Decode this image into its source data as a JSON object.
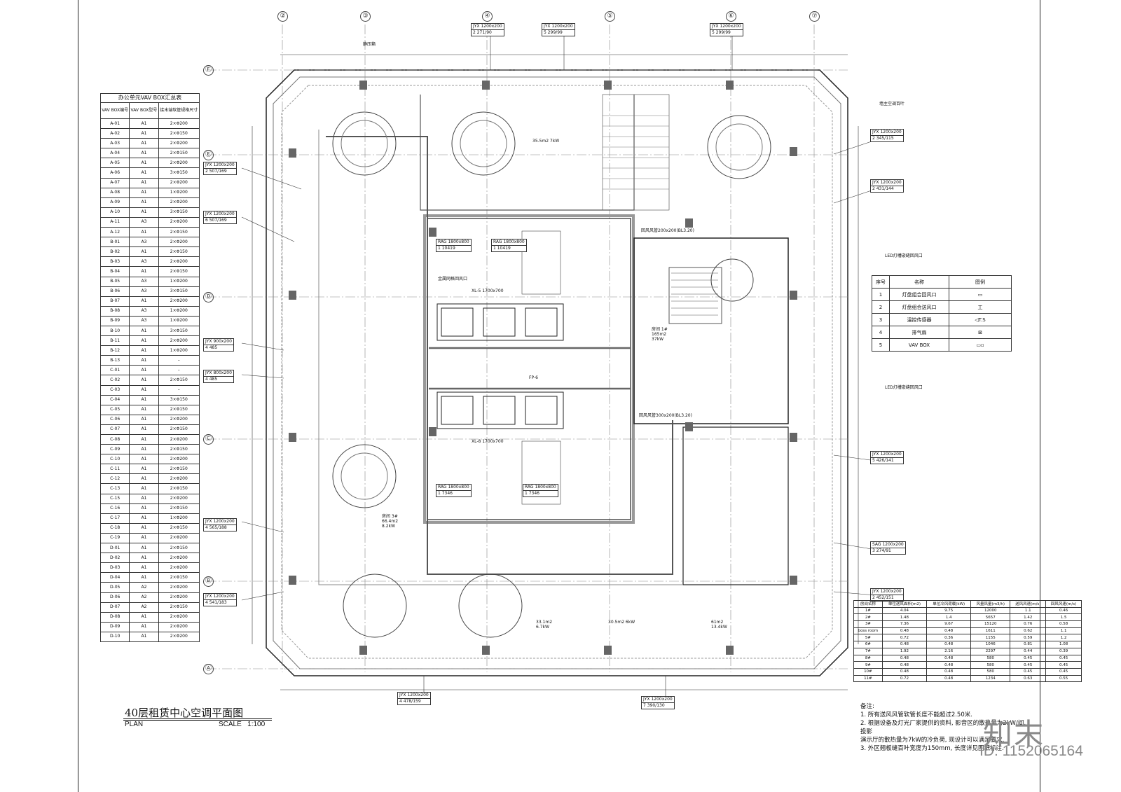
{
  "drawing": {
    "title": "40层租赁中心空调平面图",
    "plan_label": "PLAN",
    "scale_label": "SCALE",
    "scale_value": "1:100"
  },
  "grid": {
    "columns": [
      "②",
      "③",
      "④",
      "⑤",
      "⑥",
      "⑦"
    ],
    "rows": [
      "Ⓕ",
      "Ⓔ",
      "Ⓓ",
      "Ⓒ",
      "Ⓑ",
      "Ⓐ"
    ]
  },
  "vav_table": {
    "title": "办公单元VAV BOX汇总表",
    "headers": [
      "VAV BOX编号",
      "VAV BOX型号",
      "接末端软管规格尺寸"
    ],
    "rows": [
      [
        "A-01",
        "A1",
        "2×Φ200"
      ],
      [
        "A-02",
        "A1",
        "2×Φ150"
      ],
      [
        "A-03",
        "A1",
        "2×Φ200"
      ],
      [
        "A-04",
        "A1",
        "2×Φ150"
      ],
      [
        "A-05",
        "A1",
        "2×Φ200"
      ],
      [
        "A-06",
        "A1",
        "3×Φ150"
      ],
      [
        "A-07",
        "A1",
        "2×Φ200"
      ],
      [
        "A-08",
        "A1",
        "1×Φ200"
      ],
      [
        "A-09",
        "A1",
        "2×Φ200"
      ],
      [
        "A-10",
        "A1",
        "3×Φ150"
      ],
      [
        "A-11",
        "A3",
        "2×Φ200"
      ],
      [
        "A-12",
        "A1",
        "2×Φ150"
      ],
      [
        "B-01",
        "A3",
        "2×Φ200"
      ],
      [
        "B-02",
        "A1",
        "2×Φ150"
      ],
      [
        "B-03",
        "A3",
        "2×Φ200"
      ],
      [
        "B-04",
        "A1",
        "2×Φ150"
      ],
      [
        "B-05",
        "A3",
        "1×Φ200"
      ],
      [
        "B-06",
        "A3",
        "3×Φ150"
      ],
      [
        "B-07",
        "A1",
        "2×Φ200"
      ],
      [
        "B-08",
        "A3",
        "1×Φ200"
      ],
      [
        "B-09",
        "A3",
        "1×Φ200"
      ],
      [
        "B-10",
        "A1",
        "3×Φ150"
      ],
      [
        "B-11",
        "A1",
        "2×Φ200"
      ],
      [
        "B-12",
        "A1",
        "1×Φ200"
      ],
      [
        "B-13",
        "A1",
        "–"
      ],
      [
        "C-01",
        "A1",
        "–"
      ],
      [
        "C-02",
        "A1",
        "2×Φ150"
      ],
      [
        "C-03",
        "A1",
        "–"
      ],
      [
        "C-04",
        "A1",
        "3×Φ150"
      ],
      [
        "C-05",
        "A1",
        "2×Φ150"
      ],
      [
        "C-06",
        "A1",
        "2×Φ200"
      ],
      [
        "C-07",
        "A1",
        "2×Φ150"
      ],
      [
        "C-08",
        "A1",
        "2×Φ200"
      ],
      [
        "C-09",
        "A1",
        "2×Φ150"
      ],
      [
        "C-10",
        "A1",
        "2×Φ200"
      ],
      [
        "C-11",
        "A1",
        "2×Φ150"
      ],
      [
        "C-12",
        "A1",
        "2×Φ200"
      ],
      [
        "C-13",
        "A1",
        "2×Φ150"
      ],
      [
        "C-15",
        "A1",
        "2×Φ200"
      ],
      [
        "C-16",
        "A1",
        "2×Φ150"
      ],
      [
        "C-17",
        "A1",
        "1×Φ200"
      ],
      [
        "C-18",
        "A1",
        "2×Φ150"
      ],
      [
        "C-19",
        "A1",
        "2×Φ200"
      ],
      [
        "D-01",
        "A1",
        "2×Φ150"
      ],
      [
        "D-02",
        "A1",
        "2×Φ200"
      ],
      [
        "D-03",
        "A1",
        "2×Φ200"
      ],
      [
        "D-04",
        "A1",
        "2×Φ150"
      ],
      [
        "D-05",
        "A2",
        "2×Φ200"
      ],
      [
        "D-06",
        "A2",
        "2×Φ200"
      ],
      [
        "D-07",
        "A2",
        "2×Φ150"
      ],
      [
        "D-08",
        "A1",
        "2×Φ200"
      ],
      [
        "D-09",
        "A1",
        "2×Φ200"
      ],
      [
        "D-10",
        "A1",
        "2×Φ200"
      ]
    ]
  },
  "legend": {
    "headers": [
      "序号",
      "名称",
      "图例"
    ],
    "rows": [
      [
        "1",
        "灯盘组合回风口",
        "▭"
      ],
      [
        "2",
        "灯盘组合送风口",
        "工"
      ],
      [
        "3",
        "温控传感器",
        "◁T.S"
      ],
      [
        "4",
        "排气扇",
        "⊠"
      ],
      [
        "5",
        "VAV BOX",
        "▭▫"
      ]
    ]
  },
  "fan_table": {
    "headers": [
      "房间名称",
      "单位送风面积(m2)",
      "单位冷风荷载(kW)",
      "风量风量(m3/h)",
      "送风风速(m/s)",
      "回风风速(m/s)"
    ],
    "rows": [
      [
        "1#",
        "4.04",
        "9.75",
        "12000",
        "1.1",
        "0.46"
      ],
      [
        "2#",
        "1.48",
        "1.4",
        "5657",
        "1.42",
        "1.5"
      ],
      [
        "3#",
        "7.36",
        "9.67",
        "15120",
        "0.76",
        "0.58"
      ],
      [
        "boss room",
        "0.48",
        "0.48",
        "1611",
        "0.62",
        "1.1"
      ],
      [
        "5#",
        "0.72",
        "0.36",
        "1155",
        "0.59",
        "1.2"
      ],
      [
        "6#",
        "0.48",
        "0.48",
        "1046",
        "0.81",
        "1.08"
      ],
      [
        "7#",
        "1.92",
        "2.16",
        "2297",
        "0.44",
        "0.39"
      ],
      [
        "8#",
        "0.48",
        "0.48",
        "580",
        "0.45",
        "0.45"
      ],
      [
        "9#",
        "0.48",
        "0.48",
        "580",
        "0.45",
        "0.45"
      ],
      [
        "10#",
        "0.48",
        "0.48",
        "580",
        "0.45",
        "0.45"
      ],
      [
        "11#",
        "0.72",
        "0.48",
        "1234",
        "0.63",
        "0.55"
      ]
    ]
  },
  "notes": {
    "label": "备注:",
    "items": [
      "1. 所有送风风管软管长度不能超过2.50米.",
      "2. 根据设备及灯光厂家提供的资料, 影音区的散热量为2kW/间,投影",
      "   演示厅的散热量为7kW的冷负荷, 现设计可以满足要求.",
      "3. 外区翘板缝百叶宽度为150mm, 长度详见图纸标注."
    ]
  },
  "tags": [
    {
      "a": "JYX 1200x200",
      "b": "2  271/90"
    },
    {
      "a": "JYX 1200x200",
      "b": "5  299/99"
    },
    {
      "a": "JYX 1200x200",
      "b": "5  299/99"
    },
    {
      "a": "JYX 1200x200",
      "b": "2  507/169"
    },
    {
      "a": "JYX 1200x200",
      "b": "6  507/169"
    },
    {
      "a": "JYX 900x200",
      "b": "4  485"
    },
    {
      "a": "JYX 800x200",
      "b": "4  485"
    },
    {
      "a": "JYX 1200x200",
      "b": "4  565/188"
    },
    {
      "a": "JYX 1200x200",
      "b": "4  541/183"
    },
    {
      "a": "JYX 1200x200",
      "b": "2  345/115"
    },
    {
      "a": "JYX 1200x200",
      "b": "2  431/144"
    },
    {
      "a": "JYX 1200x200",
      "b": "5  426/141"
    },
    {
      "a": "SAG 1200x200",
      "b": "3  274/91"
    },
    {
      "a": "JYX 1200x200",
      "b": "2  452/151"
    },
    {
      "a": "JYX 1200x200",
      "b": "4  478/159"
    },
    {
      "a": "JYX 1200x200",
      "b": "7  390/130"
    },
    {
      "a": "RAG 1800x800",
      "b": "1  10419"
    },
    {
      "a": "RAG 1800x800",
      "b": "1  10419"
    },
    {
      "a": "RAG 1800x800",
      "b": "1  7346"
    },
    {
      "a": "RAG 1800x800",
      "b": "1  7346"
    }
  ],
  "annotations": {
    "led_1": "LED灯槽嵌缝回风口",
    "led_2": "LED灯槽嵌缝回风口",
    "duct_1": "回风风管200x200(BL3.20)",
    "duct_2": "回风风管300x200(BL3.20)",
    "xl_1": "XL-5 1700x700",
    "xl_2": "XL-8 1700x700",
    "fp_1": "FP-6",
    "pressure": "静压箱",
    "wall_grille": "墙主空调百叶",
    "metal_grille": "金属网格回风口",
    "room_1": "房间 3#  66.4m2 8.2kW",
    "room_2": "房间 1#  165m2 37kW",
    "room_3": "35.5m2 7kW",
    "room_4": "33.1m2 6.7kW",
    "room_5": "30.5m2 6kW",
    "room_6": "61m2 13.4kW",
    "logo": "知末",
    "id": "ID: 1152065164"
  },
  "colors": {
    "line": "#222222",
    "hatch": "#555555",
    "gray_fill": "#9a9a9a",
    "light_fill": "#dcdcdc",
    "logo": "#8a8a8a"
  }
}
